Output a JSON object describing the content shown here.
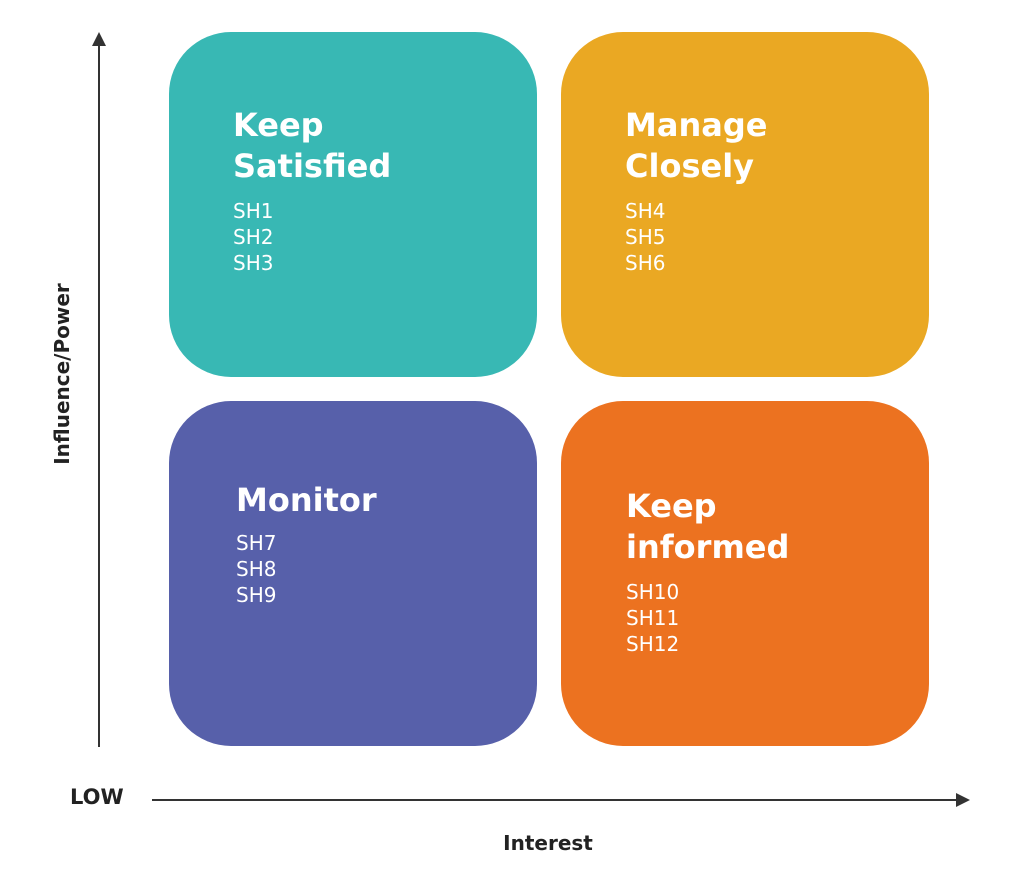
{
  "axes": {
    "y_label": "Influence/Power",
    "x_label": "Interest",
    "origin_label": "LOW",
    "color": "#333333"
  },
  "quadrants": [
    {
      "title": "Keep\nSatisfied",
      "color": "#38b8b4",
      "items": [
        "SH1",
        "SH2",
        "SH3"
      ]
    },
    {
      "title": "Manage\nClosely",
      "color": "#eaa823",
      "items": [
        "SH4",
        "SH5",
        "SH6"
      ]
    },
    {
      "title": "Monitor",
      "color": "#5760aa",
      "items": [
        "SH7",
        "SH8",
        "SH9"
      ]
    },
    {
      "title": "Keep\ninformed",
      "color": "#ec7220",
      "items": [
        "SH10",
        "SH11",
        "SH12"
      ]
    }
  ]
}
